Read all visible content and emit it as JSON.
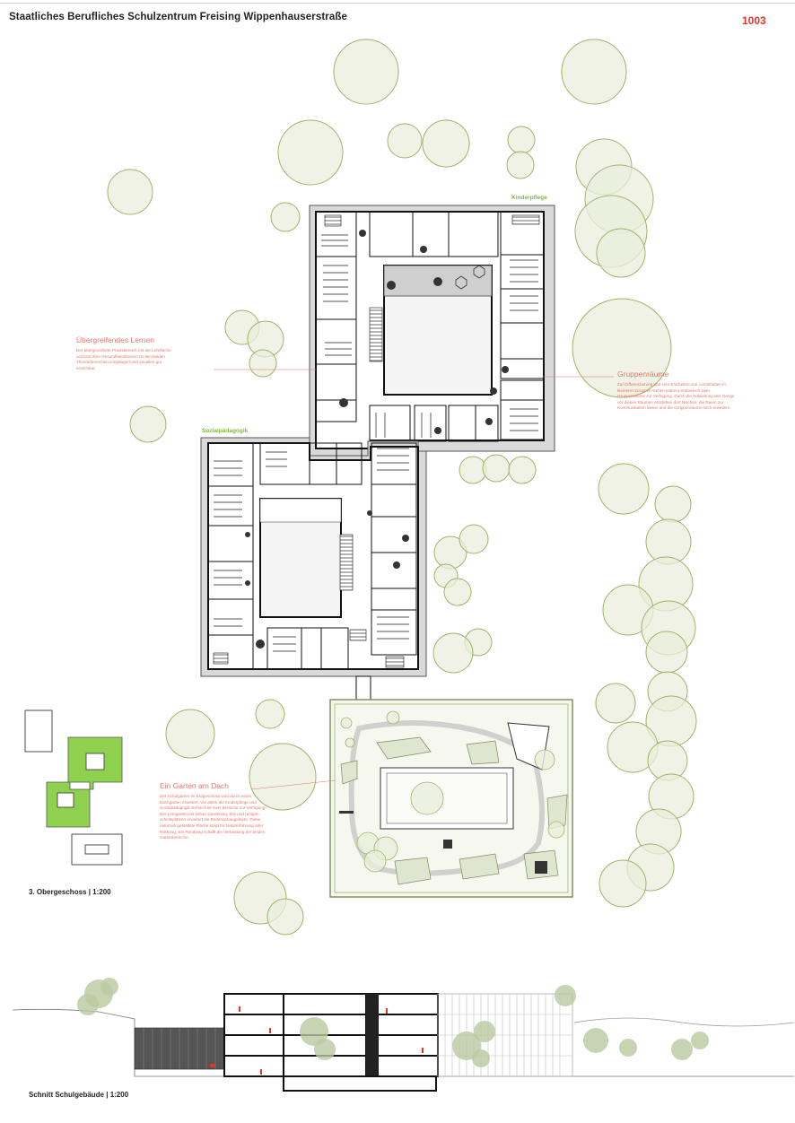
{
  "header": {
    "title": "Staatliches Berufliches Schulzentrum Freising Wippenhauserstraße",
    "sheet_number": "1003"
  },
  "departments": {
    "kinderpflege": "Kinderpflege",
    "sozialpaedagogik": "Sozialpädagogik"
  },
  "annotations": {
    "lernen": {
      "heading": "Übergreifendes Lernen",
      "lines": [
        "Der übergeordnete Praxisbereich mit der Lehrküche",
        "und und dem Gesundheitsbereich ist den beiden",
        "Theoriebereichen vorgelagert und vonallen gut",
        "erreichbar."
      ]
    },
    "gruppen": {
      "heading": "Gruppenräume",
      "lines": [
        "Zur Differenzierung und zum Erarbeiten von Lerninhalten in",
        "kleineren Gruppen stehen jedem Lernbereich zwei",
        "Gruppenräume zur Verfügung. Durch die Aufweitung des Gangs",
        "vor diesen Räumen entstehen dort Nischen, die Raum zur",
        "Kommunikation bieten und die Gruppenräume noch erweitern."
      ]
    },
    "garten": {
      "heading": "Ein Garten am Dach",
      "lines": [
        "Der Schulgarten im Erdgeschoss wird durch einen",
        "Dachgarten erweitert. Vor allem die Kinderpflege und",
        "Sozialpädagogik stehen hier zwei Bereiche zur Verfügung.",
        "Der Lerngarten mit Urban Gardening, Sitz und ruhigen",
        "Arbeitsplätzen erweitert die Bodenanbaugebiete. Diese",
        "naturnah gestaltete Fläche sorgt für Naturerfahrung oder",
        "Rückzug. Ein Rundweg schafft die Verbindung der beiden",
        "Gartenbereiche."
      ]
    }
  },
  "captions": {
    "floor_plan": "3. Obergeschoss | 1:200",
    "section": "Schnitt Schulgebäude | 1:200"
  },
  "colors": {
    "accent_red": "#e4342b",
    "annotation": "#e8766a",
    "tree_fill": "#e9eedb",
    "tree_stroke": "#9fb56a",
    "green_label": "#7fb93a",
    "key_plan_green": "#8fd14f"
  }
}
